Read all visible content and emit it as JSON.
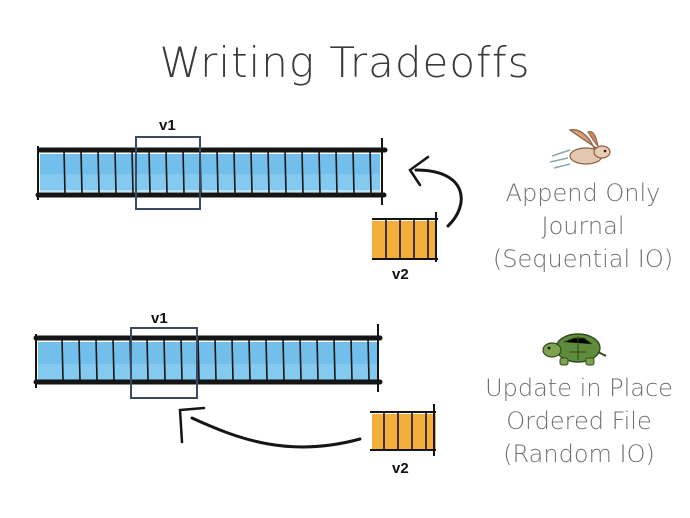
{
  "title": "Writing Tradeoffs",
  "rows": [
    {
      "id": "append",
      "labels": [
        "Append Only",
        "Journal",
        "(Sequential IO)"
      ],
      "v1_label": "v1",
      "v2_label": "v2",
      "icon": "rabbit-icon"
    },
    {
      "id": "update",
      "labels": [
        "Update in Place",
        "Ordered File",
        "(Random IO)"
      ],
      "v1_label": "v1",
      "v2_label": "v2",
      "icon": "turtle-icon"
    }
  ],
  "colors": {
    "blue": "#5ab4e8",
    "orange": "#f3ae3c",
    "ink": "#151515",
    "frame": "#3b4a60"
  }
}
